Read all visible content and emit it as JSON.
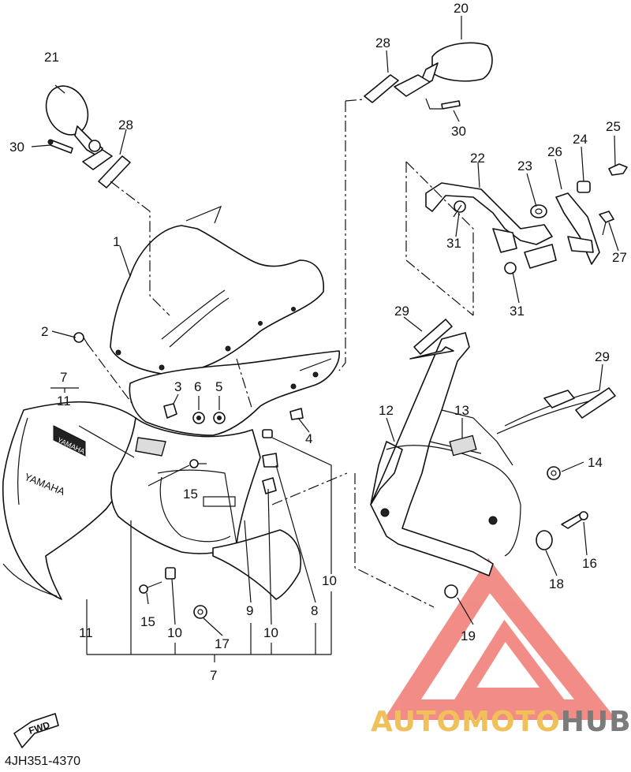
{
  "document": {
    "code": "4JH351-4370"
  },
  "fwd_arrow": {
    "label": "FWD"
  },
  "watermark": {
    "text_part1": "AUTOMOTO",
    "text_part2": "HUB",
    "color_primary": "#f0c05a",
    "color_secondary": "#7b7b7b",
    "color_triangle": "#e0392f"
  },
  "decal_text": "YAMAHA",
  "callouts": {
    "c1": "1",
    "c2": "2",
    "c3": "3",
    "c4": "4",
    "c5": "5",
    "c6": "6",
    "c7a": "7",
    "c7b": "7",
    "c8": "8",
    "c9": "9",
    "c10a": "10",
    "c10b": "10",
    "c10c": "10",
    "c11a": "11",
    "c11b": "11",
    "c12": "12",
    "c13": "13",
    "c14": "14",
    "c15a": "15",
    "c15b": "15",
    "c16": "16",
    "c17": "17",
    "c18": "18",
    "c19": "19",
    "c20": "20",
    "c21": "21",
    "c22": "22",
    "c23": "23",
    "c24": "24",
    "c25": "25",
    "c26": "26",
    "c27": "27",
    "c28a": "28",
    "c28b": "28",
    "c29a": "29",
    "c29b": "29",
    "c30a": "30",
    "c30b": "30",
    "c31a": "31",
    "c31b": "31"
  }
}
